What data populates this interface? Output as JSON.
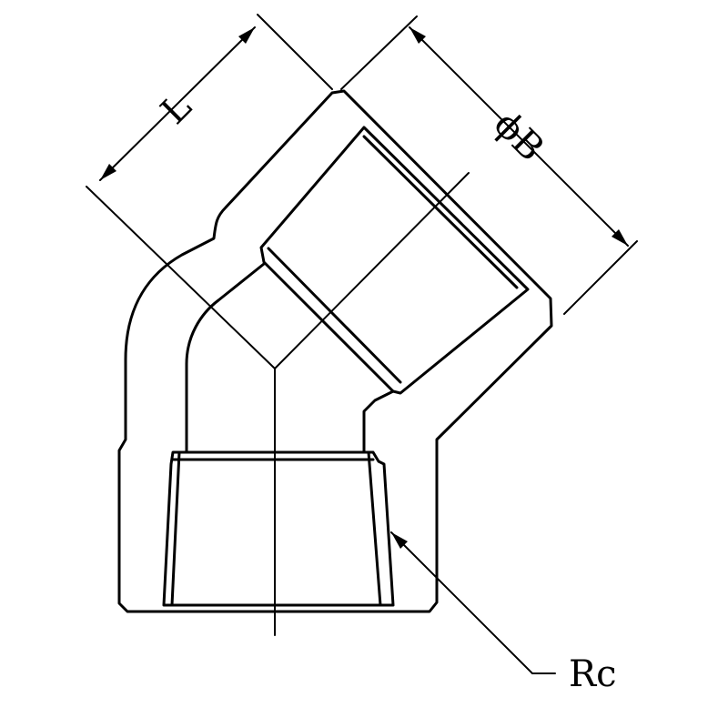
{
  "labels": {
    "length": "L",
    "diameter": "ϕB",
    "thread": "Rc"
  },
  "colors": {
    "line": "#000000",
    "background": "#ffffff"
  }
}
